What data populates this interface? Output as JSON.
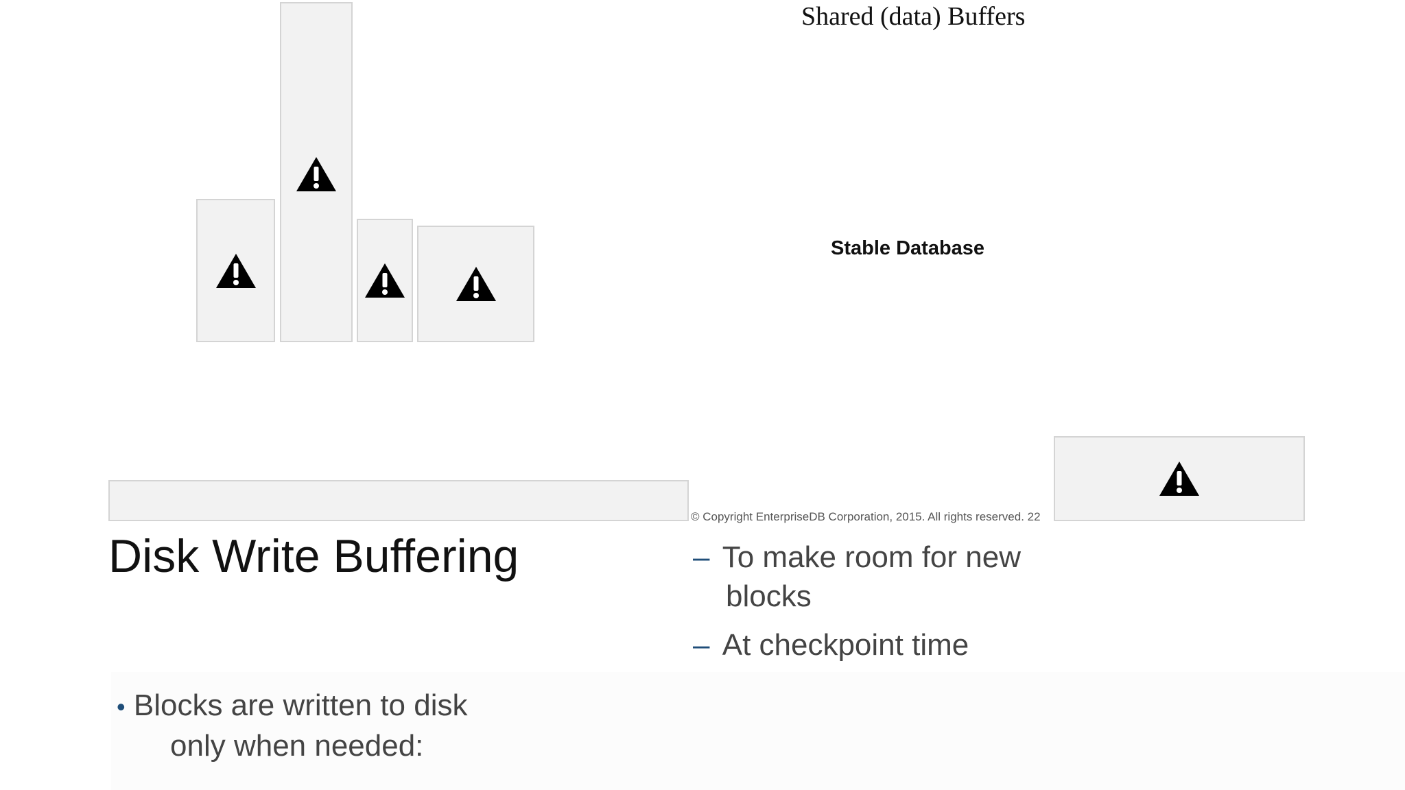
{
  "slide": {
    "title": "Disk Write Buffering",
    "copyright": "© Copyright EnterpriseDB Corporation, 2015. All rights reserved. 22"
  },
  "diagram": {
    "buffers_label": "Shared (data) Buffers",
    "database_label": "Stable Database",
    "icon": "warning-icon"
  },
  "bullets": {
    "main": {
      "marker": "•",
      "line1": "Blocks are written to disk",
      "line2": "only when needed:"
    },
    "sub": [
      {
        "marker": "–",
        "line1": "To make room for new",
        "line2": "blocks"
      },
      {
        "marker": "–",
        "line1": "At checkpoint time"
      }
    ]
  },
  "colors": {
    "box_fill": "#f2f2f2",
    "box_border": "#d4d4d4",
    "accent": "#1f4e79",
    "body_text": "#444444"
  }
}
